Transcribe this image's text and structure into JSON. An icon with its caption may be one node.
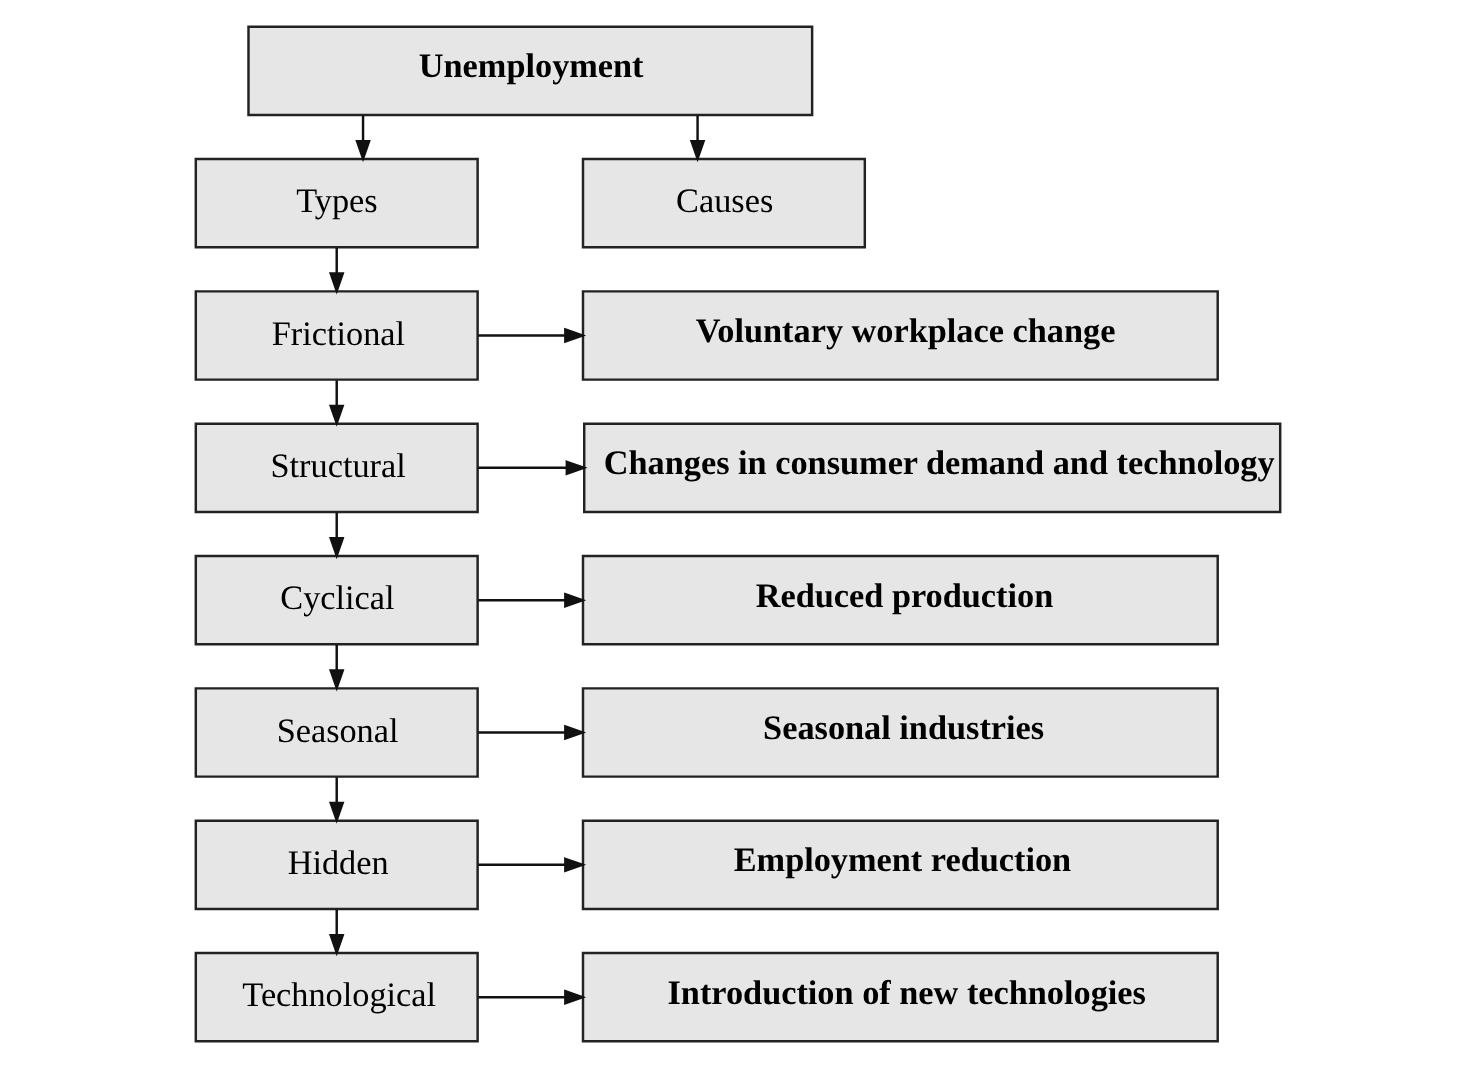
{
  "diagram": {
    "nodes": [
      {
        "text": [
          "Unemployment"
        ]
      },
      {
        "text": [
          "Types"
        ]
      },
      {
        "text": [
          "Causes"
        ]
      },
      {
        "text": [
          "Frictional"
        ]
      },
      {
        "text": [
          "Voluntary workplace change"
        ]
      },
      {
        "text": [
          "Structural"
        ]
      },
      {
        "text": [
          "Changes in consumer demand and technology"
        ]
      },
      {
        "text": [
          "Cyclical"
        ]
      },
      {
        "text": [
          "Reduced production"
        ]
      },
      {
        "text": [
          "Seasonal"
        ]
      },
      {
        "text": [
          "Seasonal industries"
        ]
      },
      {
        "text": [
          "Hidden"
        ]
      },
      {
        "text": [
          "Employment reduction"
        ]
      },
      {
        "text": [
          "Technological"
        ]
      },
      {
        "text": [
          "Introduction of new technologies"
        ]
      }
    ],
    "edges": [
      {
        "from": 0,
        "to": 1,
        "arrow": "to"
      },
      {
        "from": 0,
        "to": 2,
        "arrow": "to"
      },
      {
        "from": 1,
        "to": 3,
        "arrow": "to"
      },
      {
        "from": 3,
        "to": 4,
        "arrow": "to"
      },
      {
        "from": 3,
        "to": 5,
        "arrow": "to"
      },
      {
        "from": 5,
        "to": 6,
        "arrow": "to"
      },
      {
        "from": 5,
        "to": 7,
        "arrow": "to"
      },
      {
        "from": 7,
        "to": 8,
        "arrow": "to"
      },
      {
        "from": 7,
        "to": 9,
        "arrow": "to"
      },
      {
        "from": 9,
        "to": 10,
        "arrow": "to"
      },
      {
        "from": 9,
        "to": 11,
        "arrow": "to"
      },
      {
        "from": 11,
        "to": 12,
        "arrow": "to"
      },
      {
        "from": 11,
        "to": 13,
        "arrow": "to"
      },
      {
        "from": 13,
        "to": 14,
        "arrow": "to"
      }
    ]
  }
}
